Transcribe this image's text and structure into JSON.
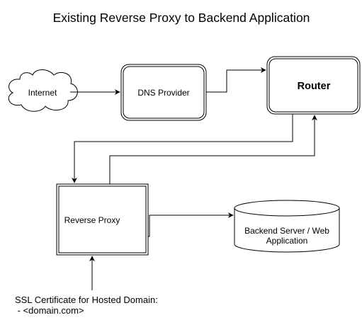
{
  "diagram": {
    "title": "Existing Reverse Proxy to Backend Application",
    "nodes": {
      "internet": {
        "label": "Internet",
        "shape": "cloud"
      },
      "dns": {
        "label": "DNS Provider",
        "shape": "double-rounded-rect"
      },
      "router": {
        "label": "Router",
        "shape": "double-rounded-rect"
      },
      "proxy": {
        "label": "Reverse Proxy",
        "shape": "double-rect"
      },
      "backend": {
        "label_line1": "Backend Server / Web",
        "label_line2": "Application",
        "shape": "cylinder"
      }
    },
    "ssl_note": {
      "line1": "SSL Certificate for Hosted Domain:",
      "line2": " - <domain.com>"
    },
    "edges": [
      {
        "from": "internet",
        "to": "dns"
      },
      {
        "from": "dns",
        "to": "router"
      },
      {
        "from": "router",
        "to": "proxy"
      },
      {
        "from": "proxy",
        "to": "router"
      },
      {
        "from": "proxy",
        "to": "backend"
      },
      {
        "from": "ssl_note",
        "to": "proxy"
      }
    ],
    "colors": {
      "stroke": "#000000",
      "fill": "#ffffff"
    }
  }
}
